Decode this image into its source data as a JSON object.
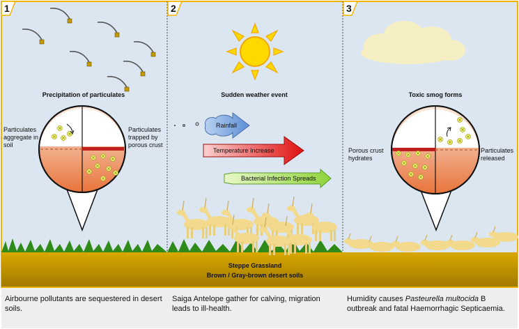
{
  "panels": [
    {
      "number": "1",
      "title": "Precipitation of particulates",
      "left_label": "Particulates aggregate in soil",
      "right_label": "Particulates trapped by porous crust",
      "caption": "Airbourne  pollutants are sequestered in desert soils."
    },
    {
      "number": "2",
      "title": "Sudden weather event",
      "arrows": [
        "Rainfall",
        "Temperature Increase",
        "Bacterial Infection Spreads"
      ],
      "caption": "Saiga Antelope gather for calving, migration leads to ill-health."
    },
    {
      "number": "3",
      "title": "Toxic smog forms",
      "left_label": "Porous crust hydrates",
      "right_label": "Particulates released",
      "caption_pre": "Humidity causes ",
      "caption_italic": "Pasteurella multocida",
      "caption_post": " B outbreak and fatal Haemorrhagic Septicaemia."
    }
  ],
  "ground": {
    "line1": "Steppe Grassland",
    "line2": "Brown / Gray-brown desert soils"
  },
  "colors": {
    "sky": "#dce6f1",
    "border": "#f0b400",
    "soil": "#c8a000",
    "grass": "#2e8b1a",
    "antelope": "#f2d98c",
    "caption_bg": "#eeeeee"
  },
  "icons": [
    "sun-icon",
    "cloud-icon",
    "particle-icon",
    "pin-marker-icon"
  ]
}
